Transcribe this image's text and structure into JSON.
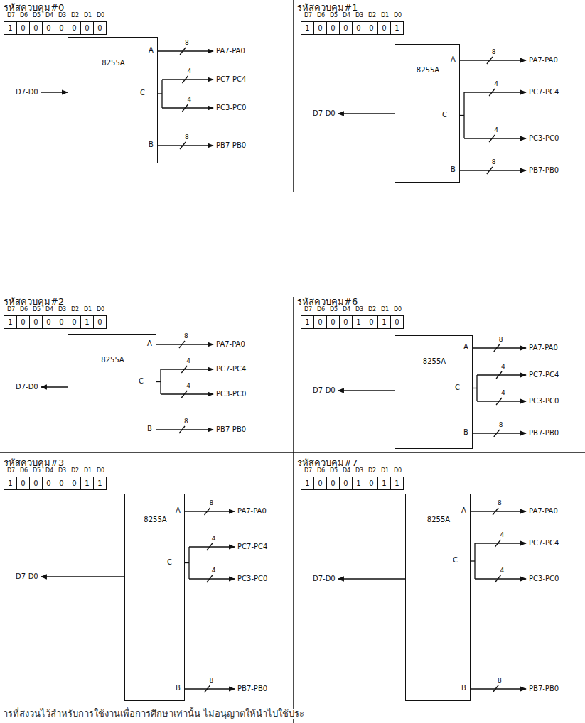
{
  "diagram": {
    "nodes": [
      {
        "text": [
          "1",
          "0",
          "0",
          "0",
          "0",
          "0",
          "0",
          "0"
        ]
      },
      {
        "text": [
          "8255A",
          "A",
          "C",
          "B"
        ]
      },
      {
        "text": [
          "1",
          "0",
          "0",
          "0",
          "0",
          "0",
          "0",
          "1"
        ]
      },
      {
        "text": [
          "8255A",
          "A",
          "C",
          "B"
        ]
      },
      {
        "text": [
          "1",
          "0",
          "0",
          "0",
          "0",
          "0",
          "1",
          "0"
        ]
      },
      {
        "text": [
          "8255A",
          "A",
          "C",
          "B"
        ]
      },
      {
        "text": [
          "1",
          "0",
          "0",
          "0",
          "1",
          "0",
          "1",
          "0"
        ]
      },
      {
        "text": [
          "8255A",
          "A",
          "C",
          "B"
        ]
      },
      {
        "text": [
          "1",
          "0",
          "0",
          "0",
          "0",
          "0",
          "1",
          "1"
        ]
      },
      {
        "text": [
          "8255A",
          "A",
          "C",
          "B"
        ]
      },
      {
        "text": [
          "1",
          "0",
          "0",
          "0",
          "1",
          "0",
          "1",
          "1"
        ]
      },
      {
        "text": [
          "8255A",
          "A",
          "C",
          "B"
        ]
      }
    ],
    "labels": [
      "รหัสควบคุม#0",
      "D7",
      "D6",
      "D5",
      "D4",
      "D3",
      "D2",
      "D1",
      "D0",
      "D7-D0",
      "8",
      "PA7-PA0",
      "4",
      "PC7-PC4",
      "4",
      "PC3-PC0",
      "8",
      "PB7-PB0",
      "รหัสควบคุม#1",
      "D7",
      "D6",
      "D5",
      "D4",
      "D3",
      "D2",
      "D1",
      "D0",
      "D7-D0",
      "8",
      "PA7-PA0",
      "4",
      "PC7-PC4",
      "4",
      "PC3-PC0",
      "8",
      "PB7-PB0",
      "รหัสควบคุม#2",
      "D7",
      "D6",
      "D5",
      "D4",
      "D3",
      "D2",
      "D1",
      "D0",
      "D7-D0",
      "8",
      "PA7-PA0",
      "4",
      "PC7-PC4",
      "4",
      "PC3-PC0",
      "8",
      "PB7-PB0",
      "รหัสควบคุม#6",
      "D7",
      "D6",
      "D5",
      "D4",
      "D3",
      "D2",
      "D1",
      "D0",
      "D7-D0",
      "8",
      "PA7-PA0",
      "4",
      "PC7-PC4",
      "4",
      "PC3-PC0",
      "8",
      "PB7-PB0",
      "รหัสควบคุม#3",
      "D7",
      "D6",
      "D5",
      "D4",
      "D3",
      "D2",
      "D1",
      "D0",
      "D7-D0",
      "8",
      "PA7-PA0",
      "4",
      "PC7-PC4",
      "4",
      "PC3-PC0",
      "8",
      "PB7-PB0",
      "รหัสควบคุม#7",
      "D7",
      "D6",
      "D5",
      "D4",
      "D3",
      "D2",
      "D1",
      "D0",
      "D7-D0",
      "8",
      "PA7-PA0",
      "4",
      "PC7-PC4",
      "4",
      "PC3-PC0",
      "8",
      "PB7-PB0",
      "ารที่สงวนไว้สำหรับการใช้งานเพื่อการศึกษาเท่านั้น ไม่อนุญาตให้นำไปใช้ประ"
    ]
  }
}
